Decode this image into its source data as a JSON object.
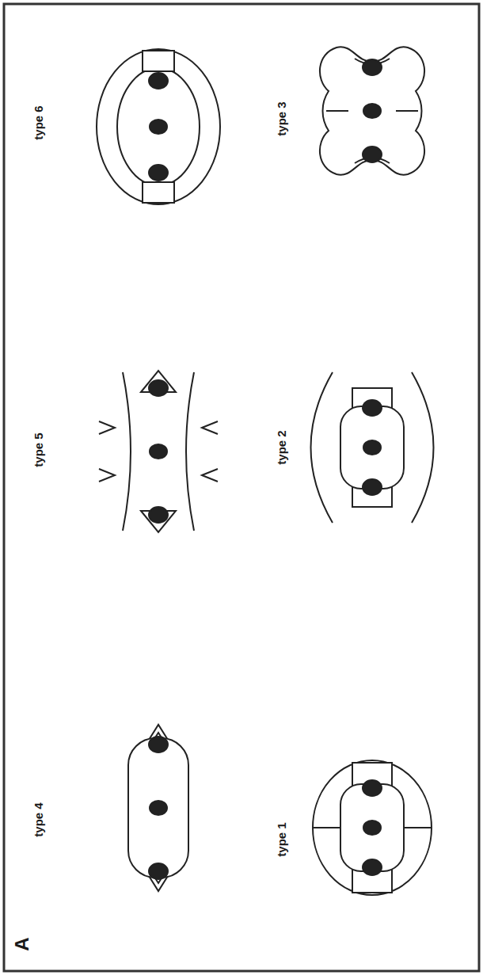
{
  "diagram": {
    "labels": [
      "A",
      "type 1",
      "type 2",
      "type 3",
      "type 4",
      "type 5",
      "type 6"
    ]
  }
}
